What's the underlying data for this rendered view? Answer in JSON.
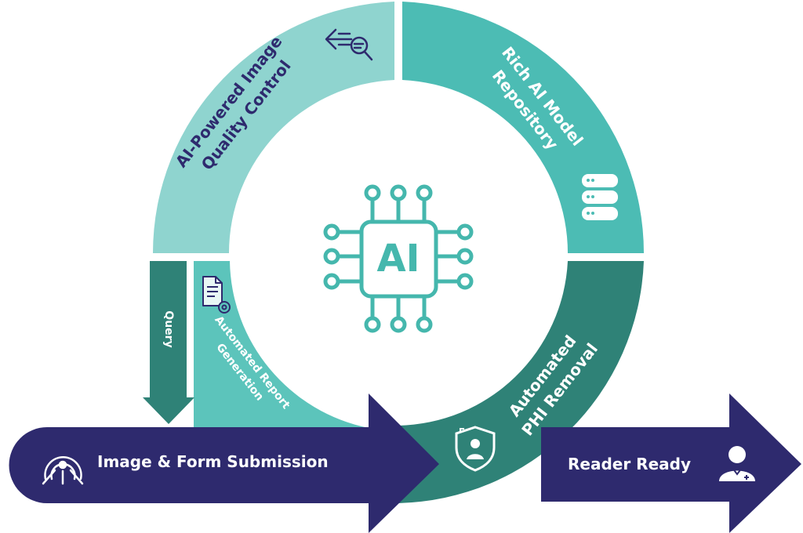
{
  "center": {
    "label": "AI"
  },
  "segments": {
    "quality_control": {
      "line1": "AI-Powered Image",
      "line2": "Quality Control"
    },
    "model_repository": {
      "line1": "Rich AI Model",
      "line2": "Repository"
    },
    "phi_removal": {
      "line1": "Automated",
      "line2": "PHI Removal"
    },
    "report_generation": {
      "line1": "Automated Report",
      "line2": "Generation"
    }
  },
  "query": {
    "label": "Query"
  },
  "submission": {
    "label": "Image & Form Submission"
  },
  "reader": {
    "label": "Reader Ready"
  },
  "colors": {
    "navy": "#2e2a6e",
    "teal_light": "#8fd4cf",
    "teal_mid": "#4cbcb4",
    "teal_dark": "#2f8277",
    "teal_report": "#5cc4bb",
    "ai_chip": "#45b7ad"
  },
  "icons": [
    "search-magnifier-icon",
    "database-icon",
    "shield-person-icon",
    "document-gear-icon",
    "scanner-icon",
    "doctor-icon"
  ]
}
